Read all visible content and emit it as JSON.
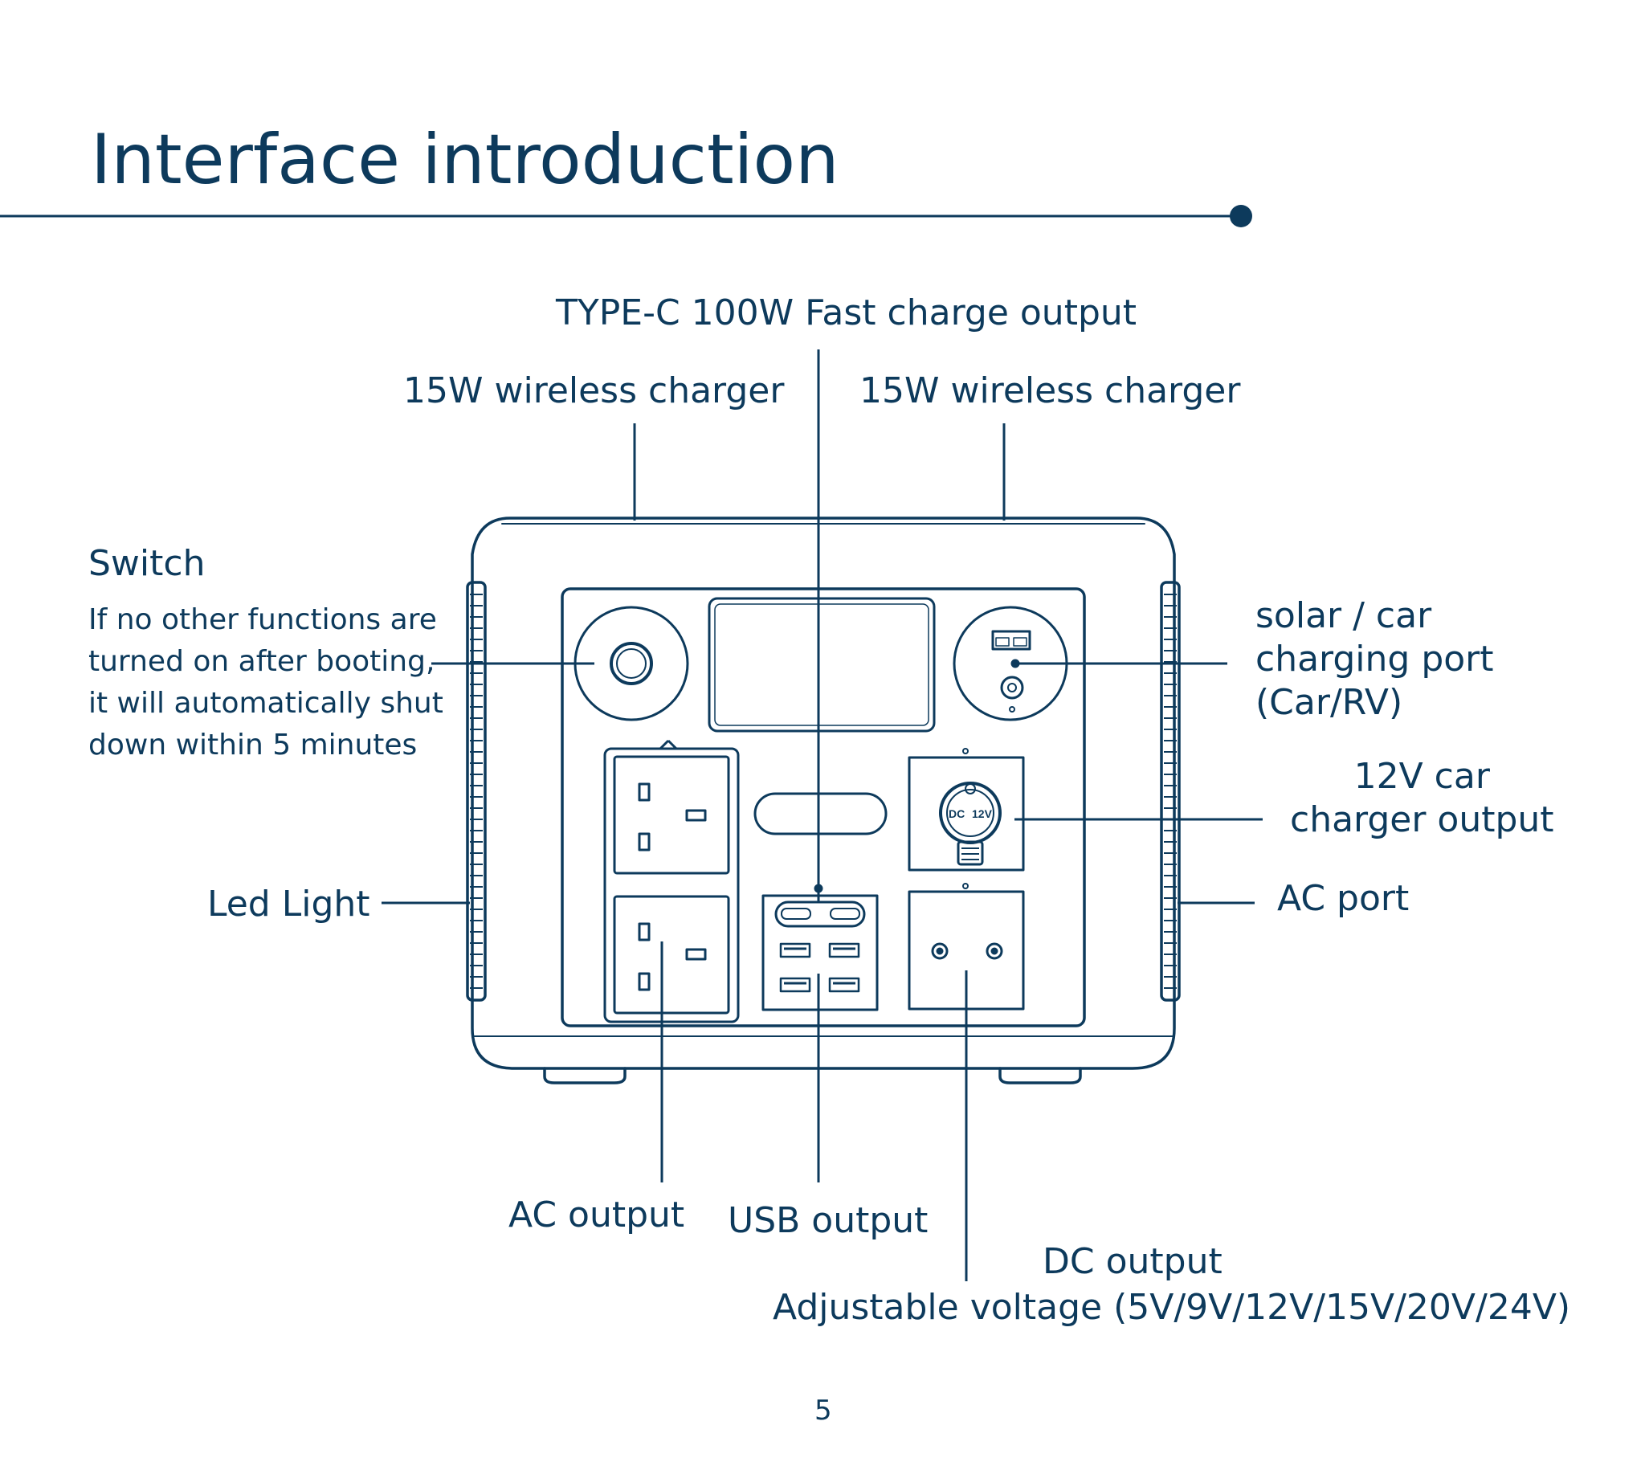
{
  "title": "Interface introduction",
  "labels": {
    "typec": "TYPE-C 100W  Fast charge output",
    "wireless_left": "15W wireless charger",
    "wireless_right": "15W wireless charger",
    "switch_heading": "Switch",
    "switch_note": [
      "If no other functions are",
      "turned on after booting,",
      "it will automatically shut",
      "down within 5 minutes"
    ],
    "solar": [
      "solar / car",
      "charging port",
      "(Car/RV)"
    ],
    "car12v": [
      "12V car",
      "charger output"
    ],
    "led_light": "Led Light",
    "ac_port": "AC port",
    "ac_output": "AC output",
    "usb_output": "USB output",
    "dc_output": "DC output",
    "dc_voltage": "Adjustable voltage (5V/9V/12V/15V/20V/24V)",
    "dc_badge_left": "DC",
    "dc_badge_right": "12V"
  },
  "page_number": "5",
  "colors": {
    "ink": "#0d3a5c",
    "background": "#ffffff"
  }
}
